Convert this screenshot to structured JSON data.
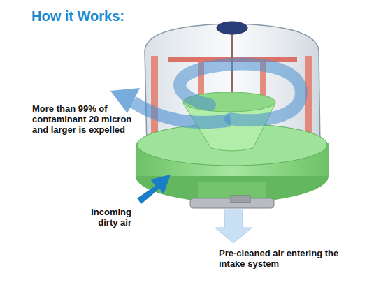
{
  "diagram": {
    "title": "How it Works:",
    "labels": [
      "More than 99% of contaminant 20 micron and larger is expelled",
      "Incoming dirty air",
      "Pre-cleaned air entering the intake system"
    ]
  }
}
